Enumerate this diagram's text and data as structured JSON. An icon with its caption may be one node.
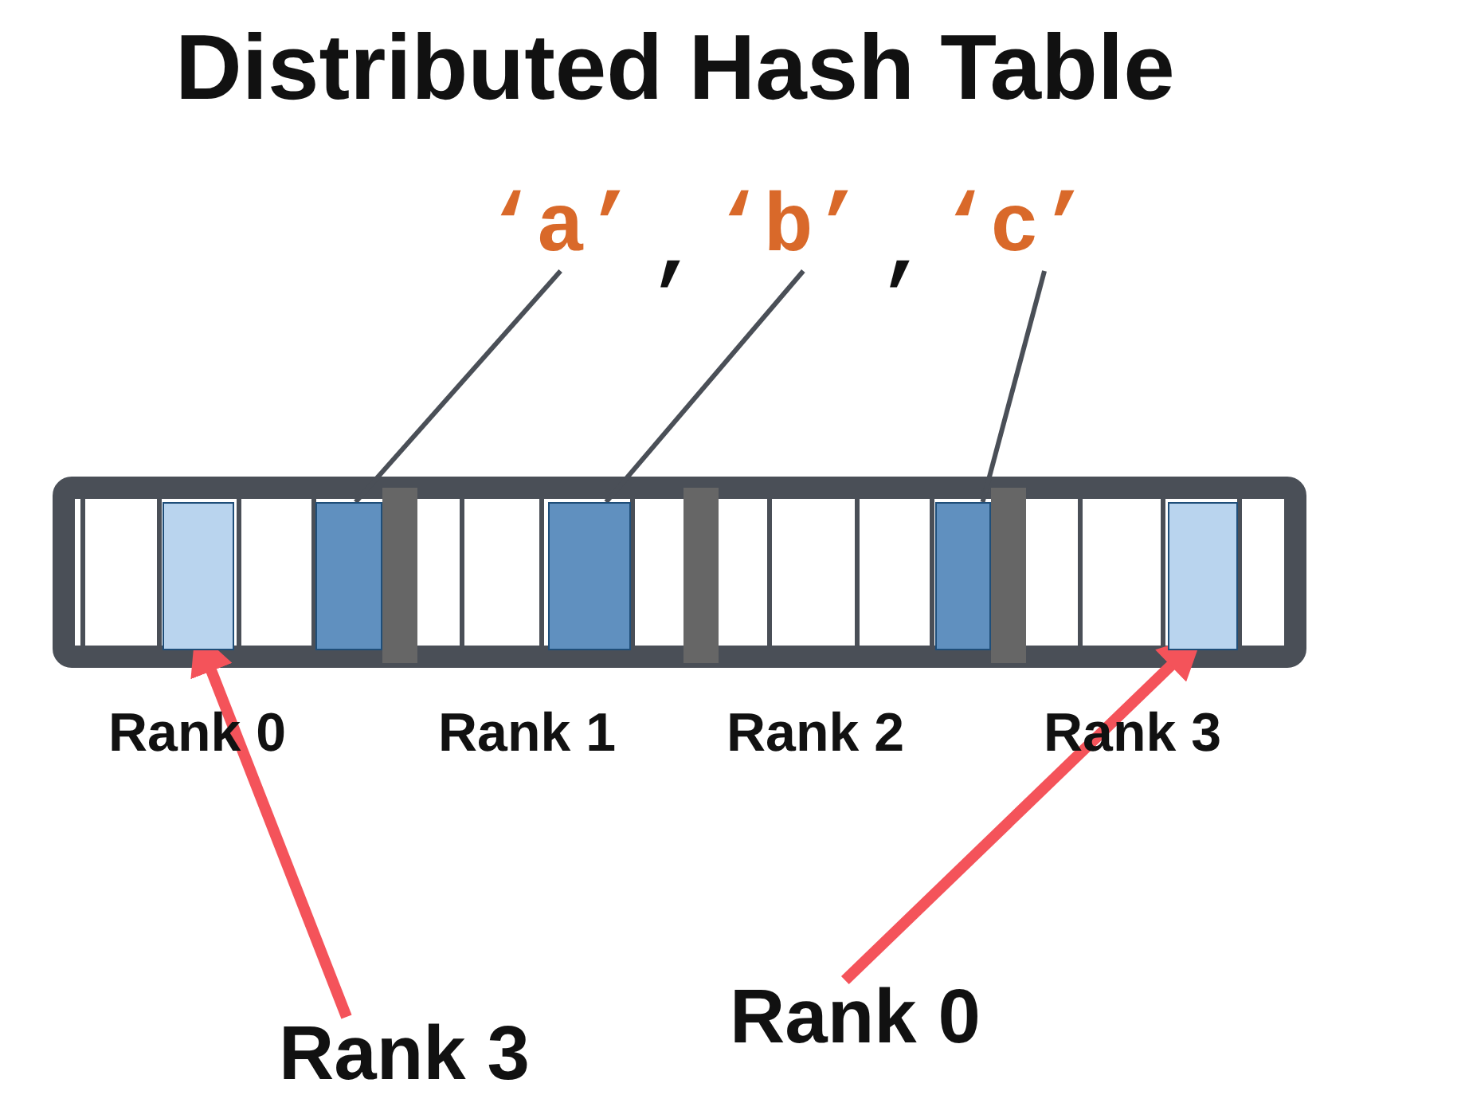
{
  "diagram": {
    "title": "Distributed Hash Table",
    "nodes": [
      {
        "text": [
          "‘a’"
        ]
      },
      {
        "text": [
          "‘b’"
        ]
      },
      {
        "text": [
          "‘c’"
        ]
      },
      {
        "text": [],
        "shape": "box"
      },
      {
        "text": [],
        "shape": "box"
      },
      {
        "text": [],
        "shape": "box"
      },
      {
        "text": [],
        "shape": "box"
      },
      {
        "text": [],
        "shape": "box"
      },
      {
        "text": [
          "Rank 0"
        ]
      },
      {
        "text": [
          "Rank 3"
        ]
      }
    ],
    "edges": [
      {
        "from": 0,
        "to": 4,
        "arrow": "none"
      },
      {
        "from": 1,
        "to": 5,
        "arrow": "none"
      },
      {
        "from": 2,
        "to": 6,
        "arrow": "none"
      },
      {
        "from": 9,
        "to": 3,
        "arrow": "to",
        "style": "thick",
        "color": "#f4535a"
      },
      {
        "from": 8,
        "to": 7,
        "arrow": "to",
        "style": "thick",
        "color": "#f4535a"
      }
    ],
    "labels": [
      ",",
      ",",
      "Rank 0",
      "Rank 1",
      "Rank 2",
      "Rank 3"
    ]
  }
}
